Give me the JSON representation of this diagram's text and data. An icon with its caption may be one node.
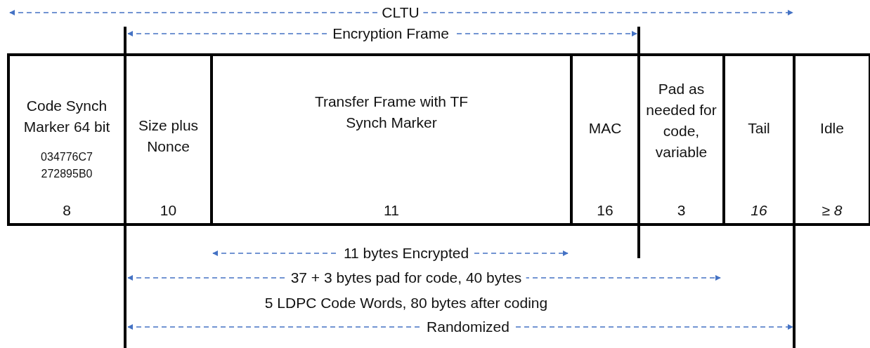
{
  "diagram": {
    "nodes": [
      {
        "text": [
          "Code Synch Marker 64 bit",
          "034776C7 272895B0",
          "8"
        ]
      },
      {
        "text": [
          "Size plus Nonce",
          "10"
        ]
      },
      {
        "text": [
          "Transfer Frame with TF Synch Marker",
          "11"
        ]
      },
      {
        "text": [
          "MAC",
          "16"
        ]
      },
      {
        "text": [
          "Pad as needed for code, variable",
          "3"
        ]
      },
      {
        "text": [
          "Tail",
          "16"
        ]
      },
      {
        "text": [
          "Idle",
          "≥ 8"
        ]
      }
    ],
    "edges": [],
    "labels": [
      "CLTU",
      "Encryption Frame",
      "11 bytes Encrypted",
      "37 + 3 bytes pad for code, 40 bytes",
      "5 LDPC Code Words, 80 bytes after coding",
      "Randomized"
    ]
  }
}
